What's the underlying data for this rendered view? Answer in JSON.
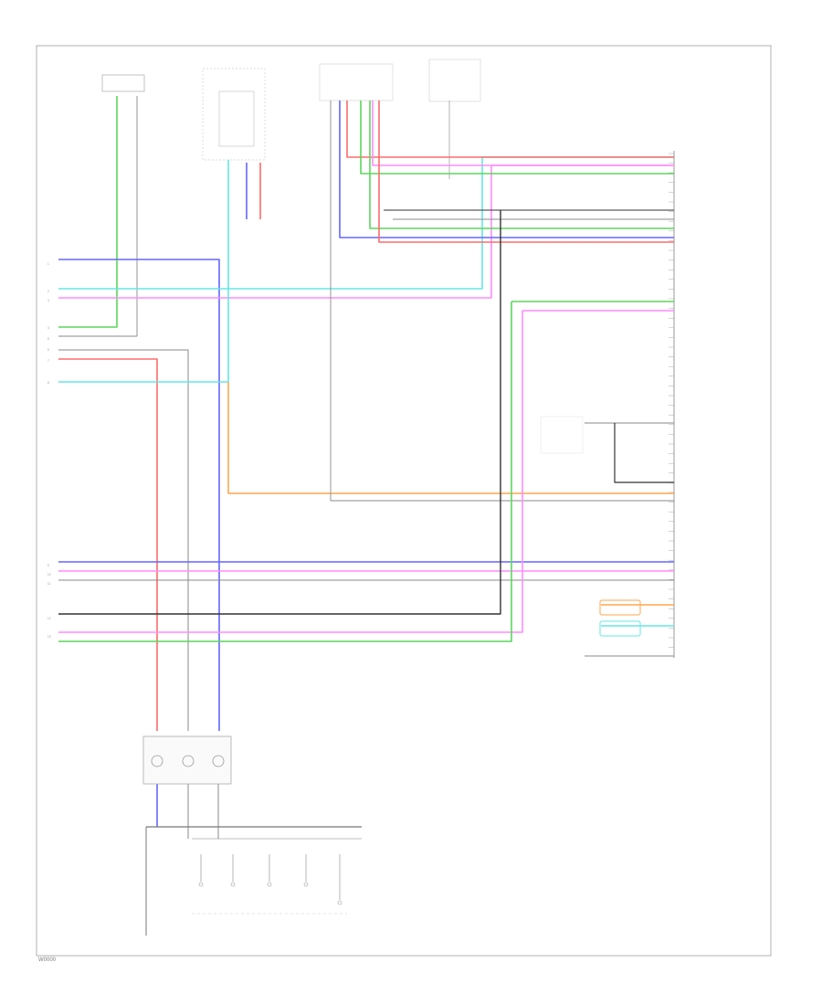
{
  "diagram": {
    "footer_code": "W0000",
    "wire_colors": {
      "lt_grn": "#5cd65c",
      "pink": "#ff8cff",
      "lt_blu": "#66e6e6",
      "blue": "#6666ff",
      "red": "#ff6b6b",
      "gray": "#8a8a8a",
      "black": "#333333",
      "orange": "#ffa64d",
      "border": "#9a9a9a"
    },
    "left_connector_pins": [
      "1",
      "2",
      "3",
      "4",
      "5",
      "6",
      "7",
      "8",
      "9",
      "10",
      "11",
      "12",
      "13"
    ],
    "right_connector_pin_count": 52
  }
}
